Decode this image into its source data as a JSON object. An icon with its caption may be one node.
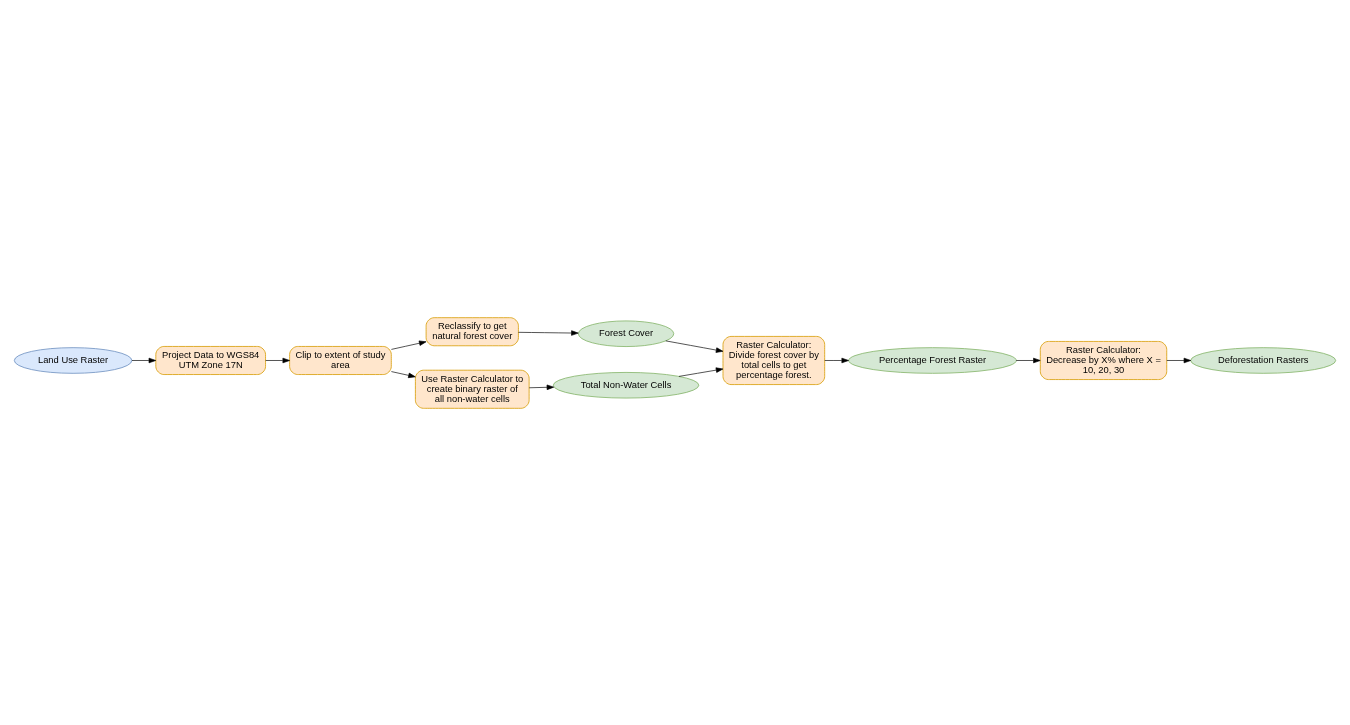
{
  "diagram": {
    "nodes": [
      {
        "text": [
          "Land Use Raster"
        ]
      },
      {
        "text": [
          "Project Data to WGS84 UTM Zone 17N"
        ]
      },
      {
        "text": [
          "Clip to extent of study area"
        ]
      },
      {
        "text": [
          "Reclassify to get natural forest cover"
        ]
      },
      {
        "text": [
          "Use Raster Calculator to create binary raster of all non-water cells"
        ]
      },
      {
        "text": [
          "Forest Cover"
        ]
      },
      {
        "text": [
          "Total Non-Water Cells"
        ]
      },
      {
        "text": [
          "Raster Calculator: Divide forest cover by total cells to get percentage forest."
        ]
      },
      {
        "text": [
          "Percentage Forest Raster"
        ]
      },
      {
        "text": [
          "Raster Calculator: Decrease by X% where X = 10, 20, 30"
        ]
      },
      {
        "text": [
          "Deforestation Rasters"
        ]
      }
    ],
    "edges": [
      {
        "from": 0,
        "to": 1,
        "arrow": "to"
      },
      {
        "from": 1,
        "to": 2,
        "arrow": "to"
      },
      {
        "from": 2,
        "to": 3,
        "arrow": "to"
      },
      {
        "from": 2,
        "to": 4,
        "arrow": "to"
      },
      {
        "from": 3,
        "to": 5,
        "arrow": "to"
      },
      {
        "from": 4,
        "to": 6,
        "arrow": "to"
      },
      {
        "from": 5,
        "to": 7,
        "arrow": "to"
      },
      {
        "from": 6,
        "to": 7,
        "arrow": "to"
      },
      {
        "from": 7,
        "to": 8,
        "arrow": "to"
      },
      {
        "from": 8,
        "to": 9,
        "arrow": "to"
      },
      {
        "from": 9,
        "to": 10,
        "arrow": "to"
      }
    ]
  }
}
